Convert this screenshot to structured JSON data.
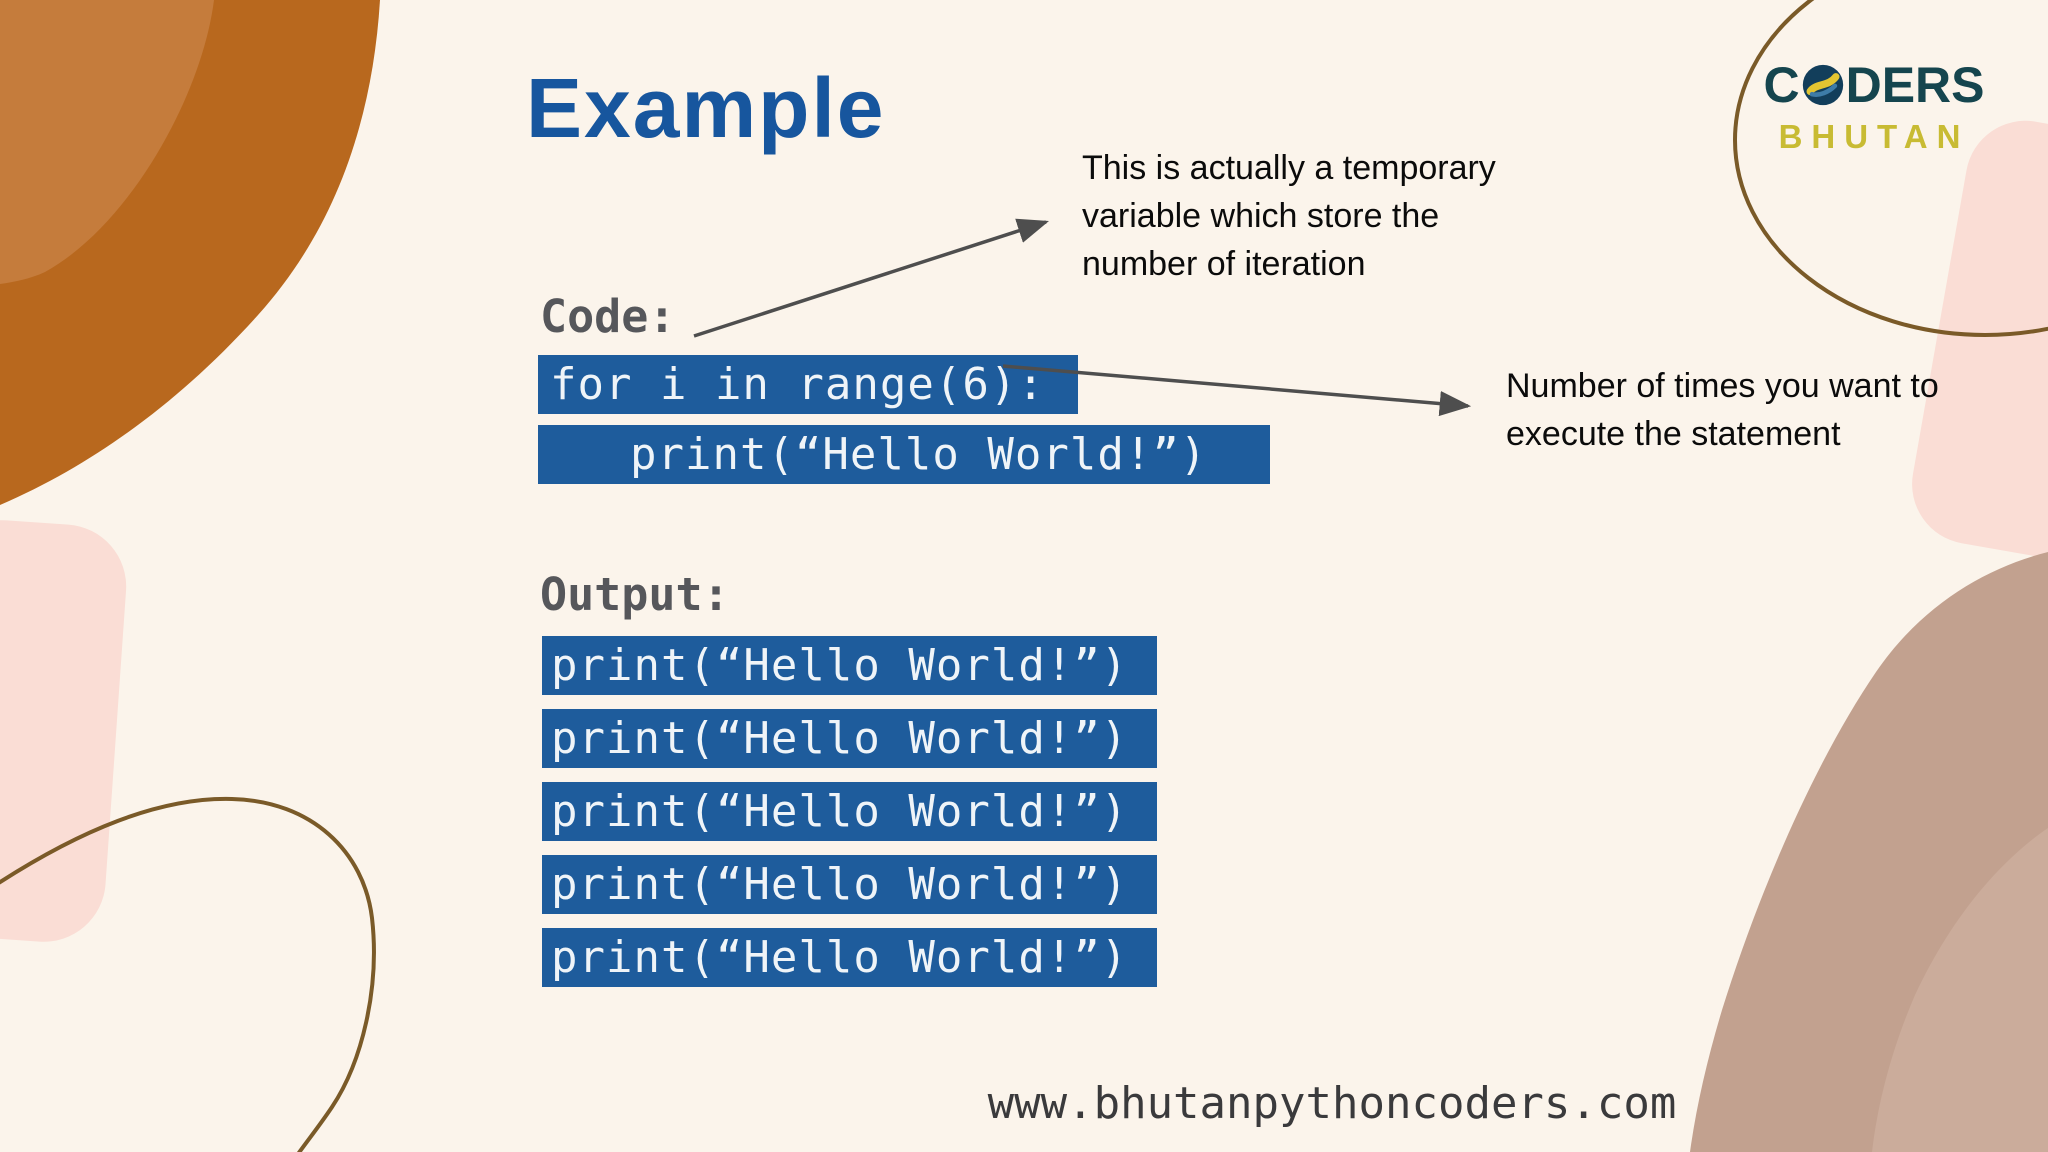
{
  "slide": {
    "title": "Example",
    "footer": "www.bhutanpythoncoders.com"
  },
  "logo": {
    "coders_prefix": "C",
    "coders_suffix": "DERS",
    "bhutan": "BHUTAN"
  },
  "annotations": {
    "iterator": {
      "line1": "This is actually a temporary",
      "line2": "variable which store the",
      "line3": "number of iteration"
    },
    "range": {
      "line1": "Number of times you want to",
      "line2": "execute the statement"
    }
  },
  "code": {
    "label": "Code:",
    "line1": "for i in range(6):",
    "line2": "print(“Hello World!”)"
  },
  "output": {
    "label": "Output:",
    "lines": [
      "print(“Hello World!”)",
      "print(“Hello World!”)",
      "print(“Hello World!”)",
      "print(“Hello World!”)",
      "print(“Hello World!”)"
    ]
  },
  "colors": {
    "background": "#FBF4EB",
    "title_blue": "#17569E",
    "code_block_blue": "#1E5C9C",
    "code_text": "#EFF4F8",
    "label_gray": "#56575B",
    "annotation_black": "#0B0B0B",
    "arrow_gray": "#4E4E4E",
    "logo_teal": "#15454E",
    "logo_yellow": "#C8BB33",
    "blob_orange_dark": "#B8681E",
    "blob_orange_light": "#C57C3C",
    "blob_pink": "#FADDD5",
    "blob_tan_dark": "#C2A18F",
    "blob_tan_light": "#CBAC9B",
    "line_brown": "#7A5A28"
  }
}
